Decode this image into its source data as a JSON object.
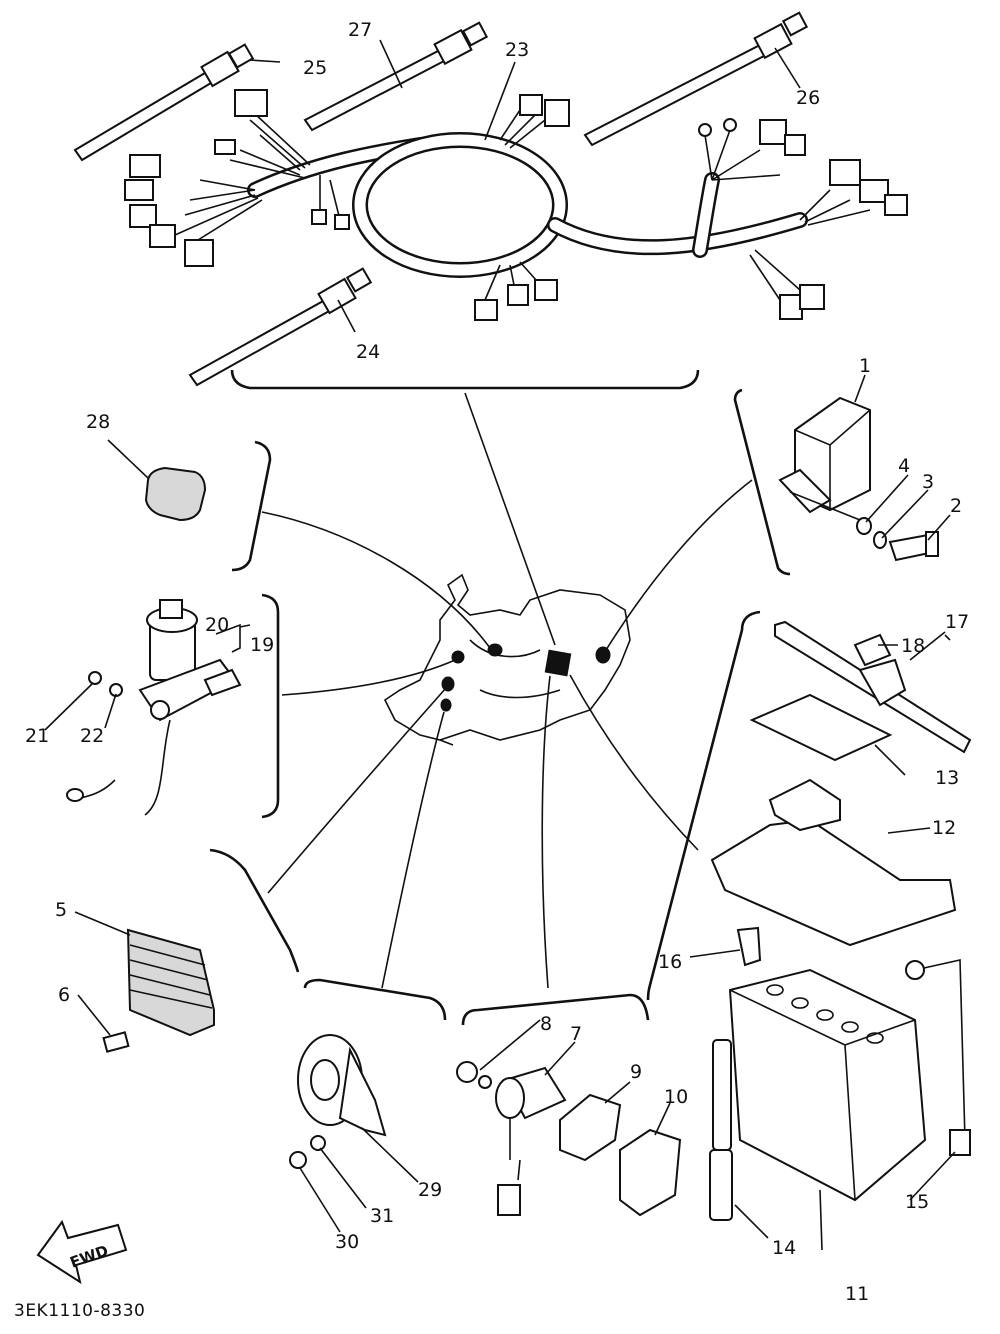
{
  "diagram": {
    "drawing_code": "3EK1110-8330",
    "fwd_label": "FWD",
    "callouts": [
      "1",
      "2",
      "3",
      "4",
      "5",
      "6",
      "7",
      "8",
      "9",
      "10",
      "11",
      "12",
      "13",
      "14",
      "15",
      "16",
      "17",
      "18",
      "19",
      "20",
      "21",
      "22",
      "23",
      "24",
      "25",
      "26",
      "27",
      "28",
      "29",
      "30",
      "31"
    ]
  }
}
